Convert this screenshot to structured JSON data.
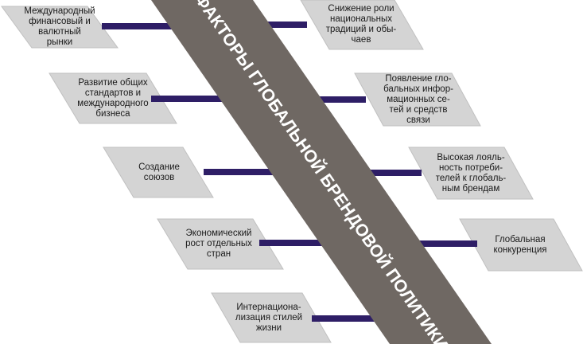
{
  "diagram": {
    "title": "ФАКТОРЫ ГЛОБАЛЬНОЙ БРЕНДОВОЙ ПОЛИТИКИ",
    "colors": {
      "band": "#6f6863",
      "title_text": "#ffffff",
      "connector": "#2e1e66",
      "box_fill": "#d4d4d4",
      "box_edge": "#c0c0c0"
    },
    "left_factors": [
      {
        "id": "l1",
        "text": "Международный\nфинансовый и\nвалютный\nрынки"
      },
      {
        "id": "l2",
        "text": "Развитие общих\nстандартов и\nмеждународного\nбизнеса"
      },
      {
        "id": "l3",
        "text": "Создание\nсоюзов"
      },
      {
        "id": "l4",
        "text": "Экономический\nрост отдельных\nстран"
      },
      {
        "id": "l5",
        "text": "Интернациона-\nлизация стилей\nжизни"
      }
    ],
    "right_factors": [
      {
        "id": "r1",
        "text": "Снижение роли\nнациональных\nтрадиций и обы-\nчаев"
      },
      {
        "id": "r2",
        "text": "Появление гло-\nбальных инфор-\nмационных се-\nтей и средств\nсвязи"
      },
      {
        "id": "r3",
        "text": "Высокая лояль-\nность потреби-\nтелей к глобаль-\nным брендам"
      },
      {
        "id": "r4",
        "text": "Глобальная\nконкуренция"
      }
    ]
  }
}
